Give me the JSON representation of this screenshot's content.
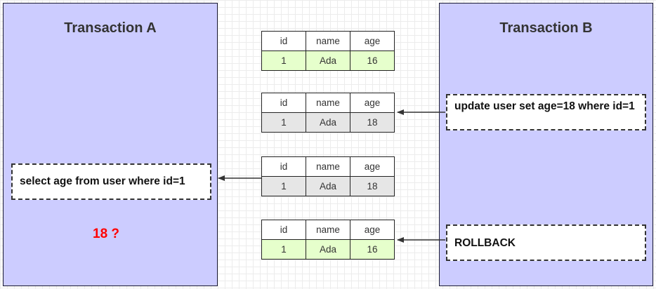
{
  "transaction_a": {
    "title": "Transaction A",
    "query": "select age from user where id=1",
    "result": "18 ?"
  },
  "transaction_b": {
    "title": "Transaction B",
    "update": "update user set age=18 where id=1",
    "rollback": "ROLLBACK"
  },
  "columns": [
    "id",
    "name",
    "age"
  ],
  "tables": [
    {
      "row": [
        "1",
        "Ada",
        "16"
      ],
      "state": "committed"
    },
    {
      "row": [
        "1",
        "Ada",
        "18"
      ],
      "state": "uncommitted"
    },
    {
      "row": [
        "1",
        "Ada",
        "18"
      ],
      "state": "uncommitted"
    },
    {
      "row": [
        "1",
        "Ada",
        "16"
      ],
      "state": "committed"
    }
  ],
  "colors": {
    "panel": "#ccccff",
    "committed_row": "#e6ffcc",
    "uncommitted_row": "#e6e6e6",
    "result_text": "#ff0000"
  }
}
